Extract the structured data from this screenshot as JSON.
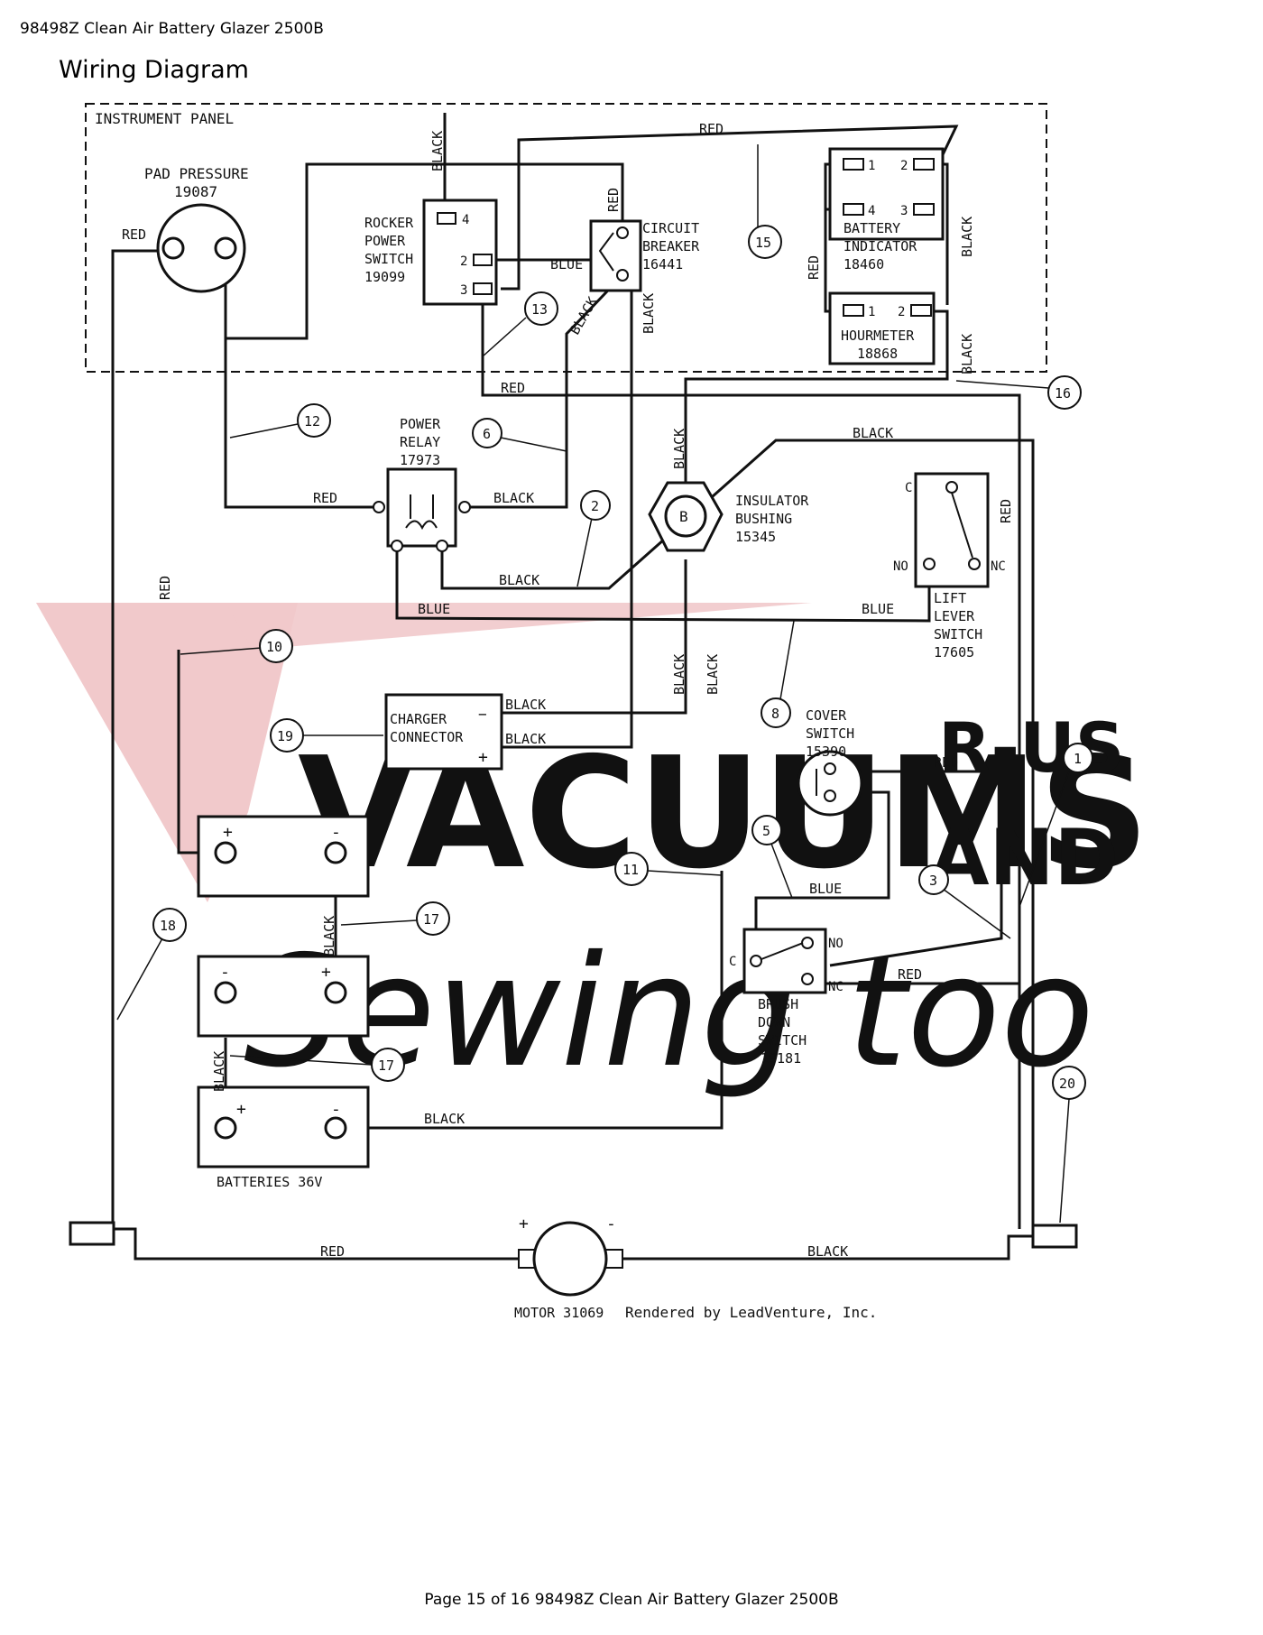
{
  "header": {
    "doc_title": "98498Z Clean Air Battery Glazer 2500B",
    "section_title": "Wiring Diagram"
  },
  "footer": {
    "page_text": "Page 15 of 16 98498Z Clean Air Battery Glazer 2500B"
  },
  "watermark": {
    "big": "VACUUMS",
    "side_top": "R-US",
    "side_bottom": "AND",
    "script": "Sewing too"
  },
  "panel": {
    "label": "INSTRUMENT PANEL"
  },
  "components": {
    "pad_pressure": {
      "name": "PAD PRESSURE",
      "part": "19087"
    },
    "rocker_switch": {
      "l1": "ROCKER",
      "l2": "POWER",
      "l3": "SWITCH",
      "part": "19099",
      "t4": "4",
      "t2": "2",
      "t3": "3"
    },
    "circuit_breaker": {
      "l1": "CIRCUIT",
      "l2": "BREAKER",
      "part": "16441"
    },
    "battery_indicator": {
      "l1": "BATTERY",
      "l2": "INDICATOR",
      "part": "18460",
      "t1": "1",
      "t2": "2",
      "t3": "3",
      "t4": "4"
    },
    "hourmeter": {
      "name": "HOURMETER",
      "part": "18868",
      "t1": "1",
      "t2": "2"
    },
    "power_relay": {
      "l1": "POWER",
      "l2": "RELAY",
      "part": "17973"
    },
    "insulator_bushing": {
      "l1": "INSULATOR",
      "l2": "BUSHING",
      "part": "15345",
      "symbol": "B"
    },
    "lift_lever_switch": {
      "l1": "LIFT",
      "l2": "LEVER",
      "l3": "SWITCH",
      "part": "17605",
      "c": "C",
      "no": "NO",
      "nc": "NC"
    },
    "charger_connector": {
      "l1": "CHARGER",
      "l2": "CONNECTOR",
      "minus": "−",
      "plus": "+"
    },
    "cover_switch": {
      "l1": "COVER",
      "l2": "SWITCH",
      "part": "15390"
    },
    "brush_down_switch": {
      "l1": "BRUSH",
      "l2": "DOWN",
      "l3": "SWITCH",
      "part": "19181",
      "c": "C",
      "no": "NO",
      "nc": "NC"
    },
    "batteries": {
      "label": "BATTERIES 36V",
      "plus": "+",
      "minus": "-"
    },
    "motor": {
      "label": "MOTOR 31069",
      "plus": "+",
      "minus": "-",
      "credit": "Rendered by LeadVenture, Inc."
    }
  },
  "wire_colors": {
    "red": "RED",
    "black": "BLACK",
    "blue": "BLUE"
  },
  "callouts": [
    "1",
    "2",
    "3",
    "5",
    "6",
    "8",
    "10",
    "11",
    "12",
    "13",
    "15",
    "16",
    "17",
    "17",
    "18",
    "19",
    "20"
  ],
  "colors": {
    "watermark_red": "#f1c9cb",
    "watermark_gray": "#d7d7d9",
    "watermark_blue": "#c9c9e6",
    "line": "#111111"
  }
}
